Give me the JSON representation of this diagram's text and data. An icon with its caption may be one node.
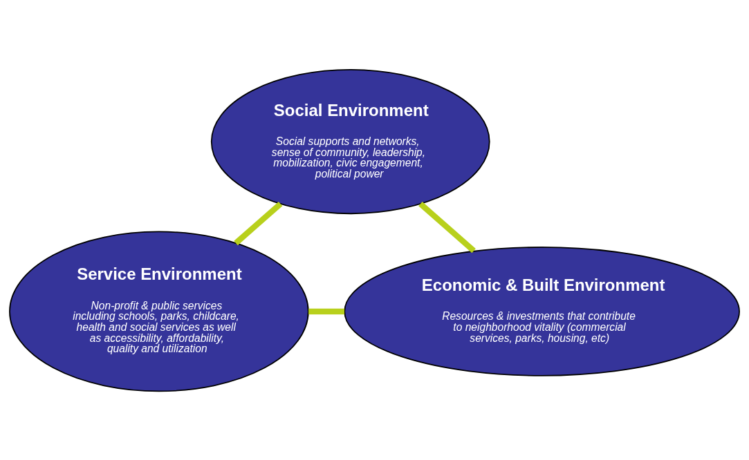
{
  "diagram": {
    "nodes": [
      {
        "text": [
          "Social Environment",
          "Social supports and networks, sense of community, leadership, mobilization, civic engagement, political power"
        ]
      },
      {
        "text": [
          "Service Environment",
          "Non-profit & public services including schools, parks, childcare, health and social services as well as accessibility, affordability, quality and utilization"
        ]
      },
      {
        "text": [
          "Economic & Built Environment",
          "Resources & investments that contribute to neighborhood vitality (commercial services, parks, housing, etc)"
        ]
      }
    ],
    "edges": [
      {
        "from": 0,
        "to": 1,
        "arrow": "none",
        "color": "#b8d01c"
      },
      {
        "from": 0,
        "to": 2,
        "arrow": "none",
        "color": "#b8d01c"
      },
      {
        "from": 1,
        "to": 2,
        "arrow": "none",
        "color": "#b8d01c"
      }
    ]
  }
}
